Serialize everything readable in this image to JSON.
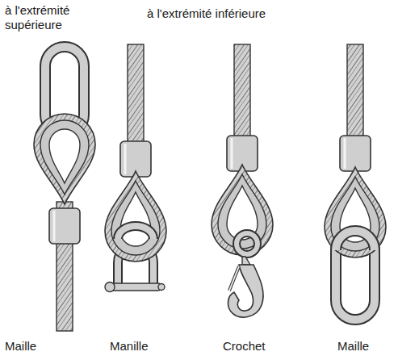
{
  "diagram": {
    "labels": [
      "à l'extrémité supérieure",
      "à l'extrémité inférieure",
      "Maille",
      "Manille",
      "Crochet",
      "Maille"
    ]
  }
}
